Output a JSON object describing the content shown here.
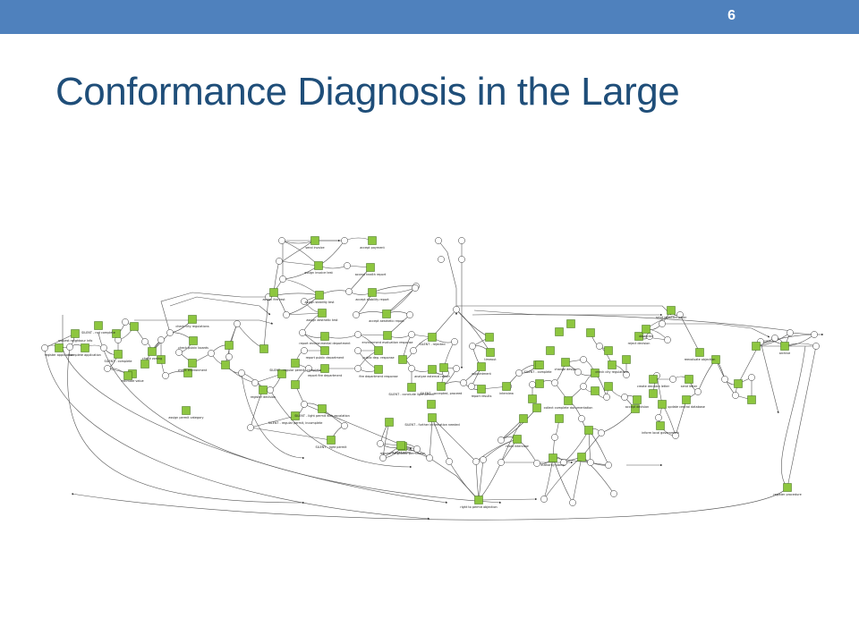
{
  "slide": {
    "title": "Conformance Diagnosis in the Large",
    "page_number": "6"
  },
  "colors": {
    "topbar": "#4f81bd",
    "title": "#1f4e79",
    "transition_fill": "#8dc63f",
    "transition_stroke": "#3d6b16"
  },
  "diagram": {
    "type": "petri-net process model",
    "transitions": [
      {
        "label": "register application"
      },
      {
        "label": "request neighbour info"
      },
      {
        "label": "SILENT - not complete"
      },
      {
        "label": "complete application"
      },
      {
        "label": "SILENT - complete"
      },
      {
        "label": "estimate value"
      },
      {
        "label": "check zoning"
      },
      {
        "label": "check city regulations"
      },
      {
        "label": "check public boards"
      },
      {
        "label": "check environment"
      },
      {
        "label": "assign permit category"
      },
      {
        "label": "register decision"
      },
      {
        "label": "SILENT - regular permit, complete"
      },
      {
        "label": "SILENT - regular permit, incomplete"
      },
      {
        "label": "SILENT - light permit"
      },
      {
        "label": "request neighbour permission"
      },
      {
        "label": "SILENT - light permit with escalation"
      },
      {
        "label": "send invoice"
      },
      {
        "label": "assign invoice test"
      },
      {
        "label": "assign fire test"
      },
      {
        "label": "assign stability test"
      },
      {
        "label": "accept payment"
      },
      {
        "label": "accept health report"
      },
      {
        "label": "accept stability report"
      },
      {
        "label": "assign aesthetic test"
      },
      {
        "label": "accept aesthetic report"
      },
      {
        "label": "report environmental department"
      },
      {
        "label": "environment evaluation response"
      },
      {
        "label": "report public department"
      },
      {
        "label": "public dep. response"
      },
      {
        "label": "report fire department"
      },
      {
        "label": "fire department response"
      },
      {
        "label": "SILENT - rejected"
      },
      {
        "label": "analyze external report"
      },
      {
        "label": "SILENT - accepted, proceed"
      },
      {
        "label": "SILENT - conclude light permit"
      },
      {
        "label": "SILENT - further information needed"
      },
      {
        "label": "re-evaluation"
      },
      {
        "label": "timeout"
      },
      {
        "label": "appointment"
      },
      {
        "label": "report results"
      },
      {
        "label": "interview"
      },
      {
        "label": "change design"
      },
      {
        "label": "collect complete documentation"
      },
      {
        "label": "SILENT - complete"
      },
      {
        "label": "check city regulations"
      },
      {
        "label": "accept decision"
      },
      {
        "label": "create decision letter"
      },
      {
        "label": "send letter"
      },
      {
        "label": "update central database"
      },
      {
        "label": "inform local government"
      },
      {
        "label": "reject decision"
      },
      {
        "label": "objection"
      },
      {
        "label": "reevaluate objection"
      },
      {
        "label": "send rejection letter"
      },
      {
        "label": "reset interview"
      },
      {
        "label": "authority stamp"
      },
      {
        "label": "right to permit objection"
      },
      {
        "label": "archive"
      },
      {
        "label": "register procedure"
      }
    ]
  }
}
